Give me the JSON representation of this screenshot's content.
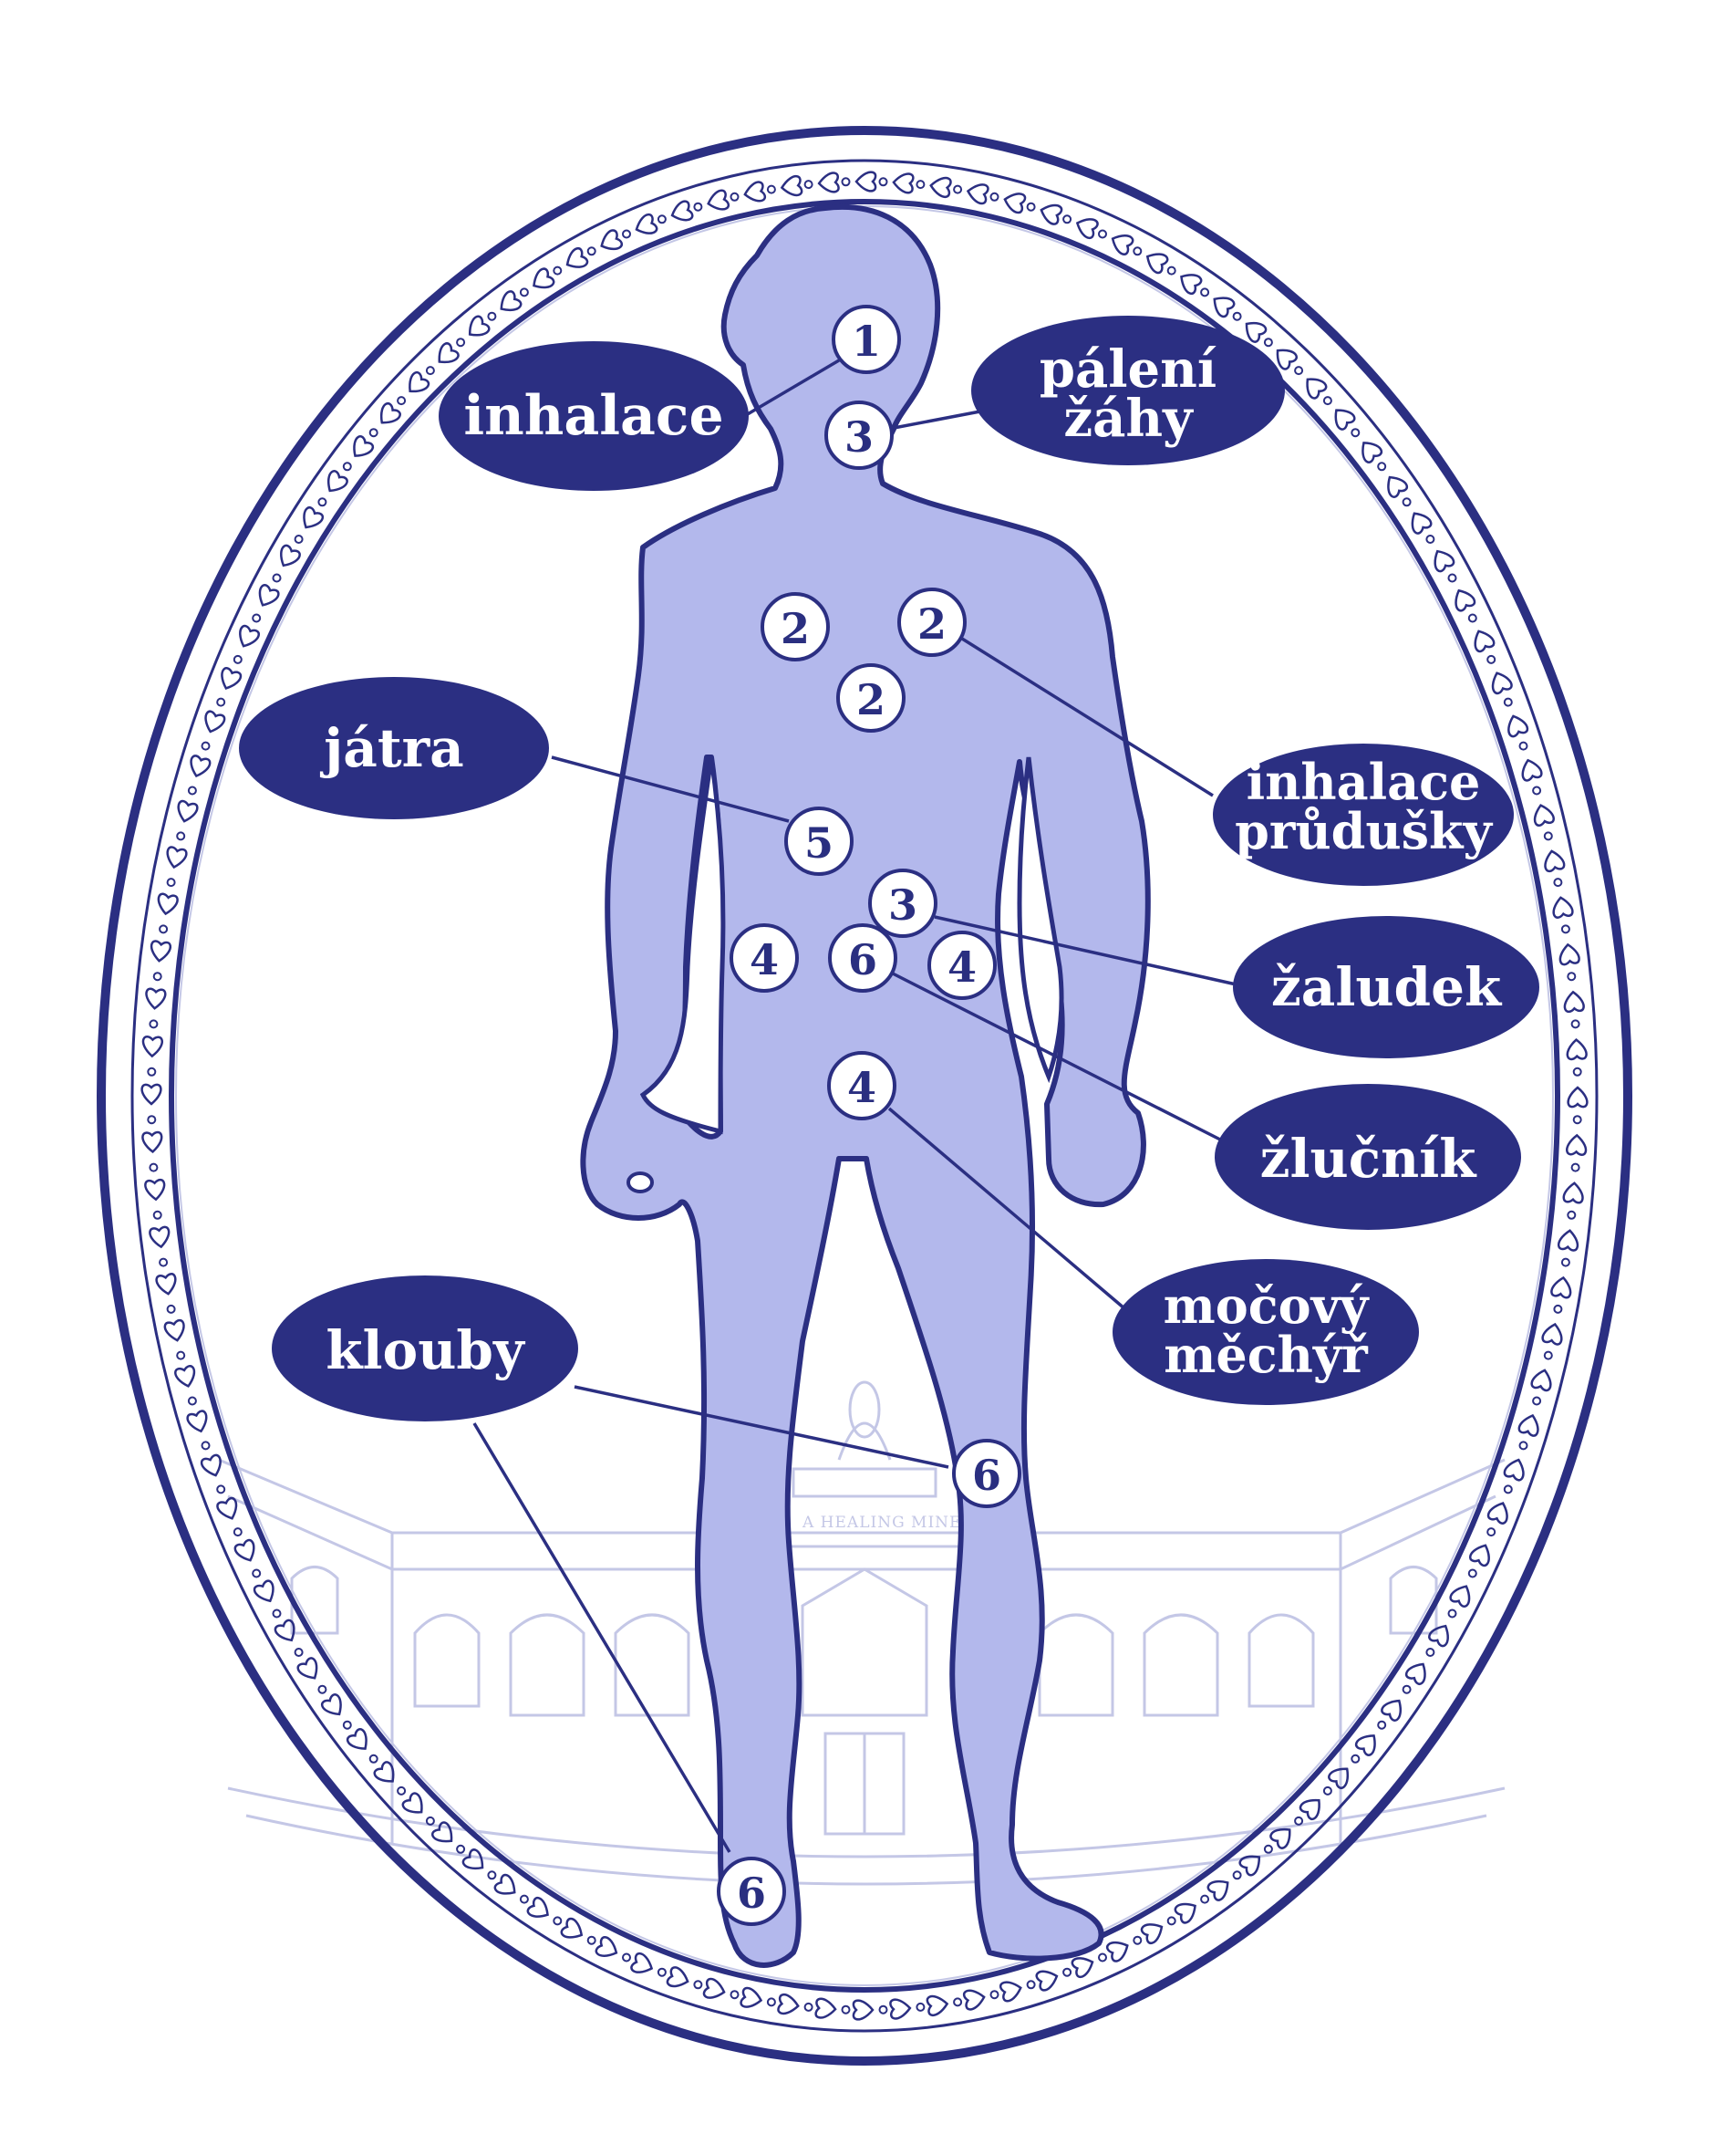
{
  "colors": {
    "navy": "#2b2f82",
    "body_fill": "#b3b8ec",
    "building_line": "#c4c7e6",
    "background": "#ffffff"
  },
  "building": {
    "sign_text": "A HEALING MINERAL W"
  },
  "labels": {
    "inhalace": "inhalace",
    "paleni_1": "pálení",
    "paleni_2": "žáhy",
    "jatra": "játra",
    "prudusky_1": "inhalace",
    "prudusky_2": "průdušky",
    "zaludek": "žaludek",
    "zlucnik": "žlučník",
    "mocovy_1": "močový",
    "mocovy_2": "měchýř",
    "klouby": "klouby"
  },
  "markers": {
    "throat": "1",
    "neck": "3",
    "chest_left": "2",
    "chest_right": "2",
    "chest_center": "2",
    "liver": "5",
    "stomach": "3",
    "kidney_left": "4",
    "gallbladder": "6",
    "kidney_right": "4",
    "bladder": "4",
    "knee": "6",
    "ankle": "6"
  }
}
